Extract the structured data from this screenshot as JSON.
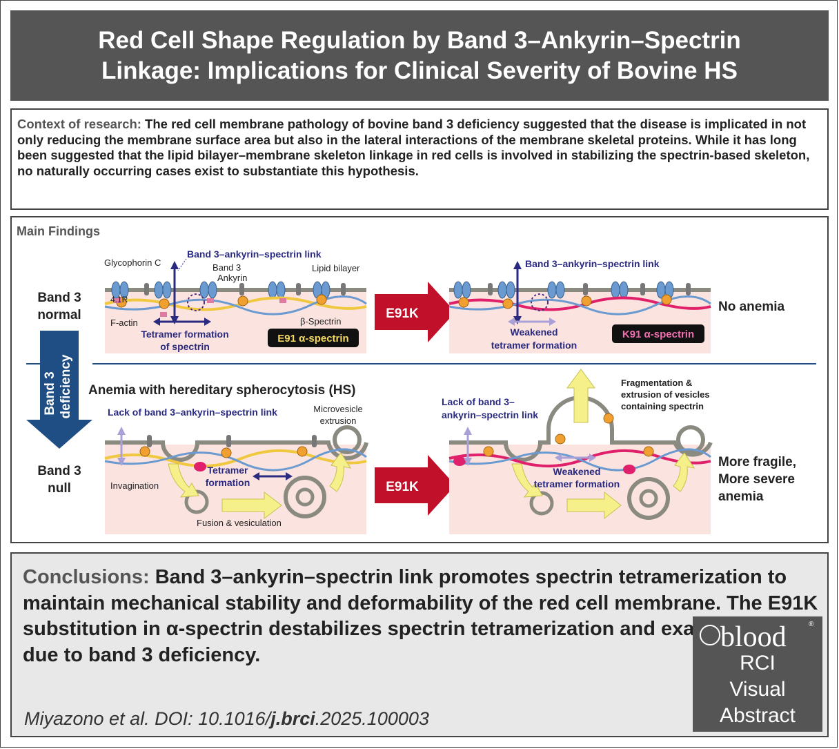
{
  "title": {
    "line1": "Red Cell Shape Regulation by Band 3–Ankyrin–Spectrin",
    "line2": "Linkage: Implications for Clinical Severity of Bovine HS"
  },
  "context": {
    "label": "Context of research:",
    "text": "The red cell membrane pathology of bovine band 3 deficiency suggested that the disease is implicated in not only reducing the membrane surface area but also in the lateral interactions of the membrane skeletal proteins. While it has long been suggested that the lipid bilayer–membrane skeleton linkage in red cells is involved in stabilizing the spectrin-based skeleton, no naturally occurring cases exist to substantiate this hypothesis."
  },
  "findings": {
    "heading": "Main Findings",
    "row_normal": {
      "line1": "Band 3",
      "line2": "normal"
    },
    "row_null": {
      "line1": "Band 3",
      "line2": "null"
    },
    "deficiency_arrow": {
      "line1": "Band 3",
      "line2": "deficiency"
    },
    "labels": {
      "link_top_left": "Band 3–ankyrin–spectrin link",
      "glycophorin": "Glycophorin C",
      "band3": "Band 3",
      "ankyrin": "Ankyrin",
      "lipid": "Lipid bilayer",
      "protein41r": "4.1R",
      "factin": "F-actin",
      "bspectrin": "β-Spectrin",
      "tetramer_l1": "Tetramer formation",
      "tetramer_l2": "of spectrin",
      "e91_badge": "E91 α-spectrin",
      "e91k": "E91K",
      "link_top_right": "Band 3–ankyrin–spectrin link",
      "weakened_top_l1": "Weakened",
      "weakened_top_l2": "tetramer formation",
      "k91_badge": "K91 α-spectrin",
      "no_anemia": "No anemia",
      "hs_heading": "Anemia with hereditary spherocytosis (HS)",
      "lack_left": "Lack of band 3–ankyrin–spectrin link",
      "microvesicle_l1": "Microvesicle",
      "microvesicle_l2": "extrusion",
      "invagination": "Invagination",
      "tetramer2_l1": "Tetramer",
      "tetramer2_l2": "formation",
      "fusion": "Fusion & vesiculation",
      "lack_right_l1": "Lack of band 3–",
      "lack_right_l2": "ankyrin–spectrin link",
      "frag_l1": "Fragmentation &",
      "frag_l2": "extrusion of vesicles",
      "frag_l3": "containing spectrin",
      "weakened_bot_l1": "Weakened",
      "weakened_bot_l2": "tetramer formation",
      "fragile_l1": "More fragile,",
      "fragile_l2": "More severe",
      "fragile_l3": "anemia"
    },
    "colors": {
      "arrow_red": "#c0102a",
      "navy": "#2a2a80",
      "deficiency_blue": "#1f4e85",
      "panel_bg": "#fbe3df",
      "membrane_grey": "#8a8a80",
      "protein_blue": "#6a9ad0",
      "ankyrin_orange": "#f0a030",
      "spectrin_pink": "#e0206a",
      "spectrin_yellow": "#f0c840",
      "vesicle_arrow": "#f5f08a"
    }
  },
  "conclusion": {
    "label": "Conclusions:",
    "text": "Band 3–ankyrin–spectrin link promotes spectrin tetramerization to maintain mechanical stability and deformability of the red cell membrane. The E91K substitution in α-spectrin destabilizes spectrin tetramerization and exacerbates HS due to band 3 deficiency."
  },
  "citation": {
    "prefix": "Miyazono et al. DOI: 10.1016/",
    "journal": "j.brci",
    "suffix": ".2025.100003"
  },
  "logo": {
    "brand": "blood",
    "reg": "®",
    "line1": "RCI",
    "line2": "Visual",
    "line3": "Abstract"
  }
}
